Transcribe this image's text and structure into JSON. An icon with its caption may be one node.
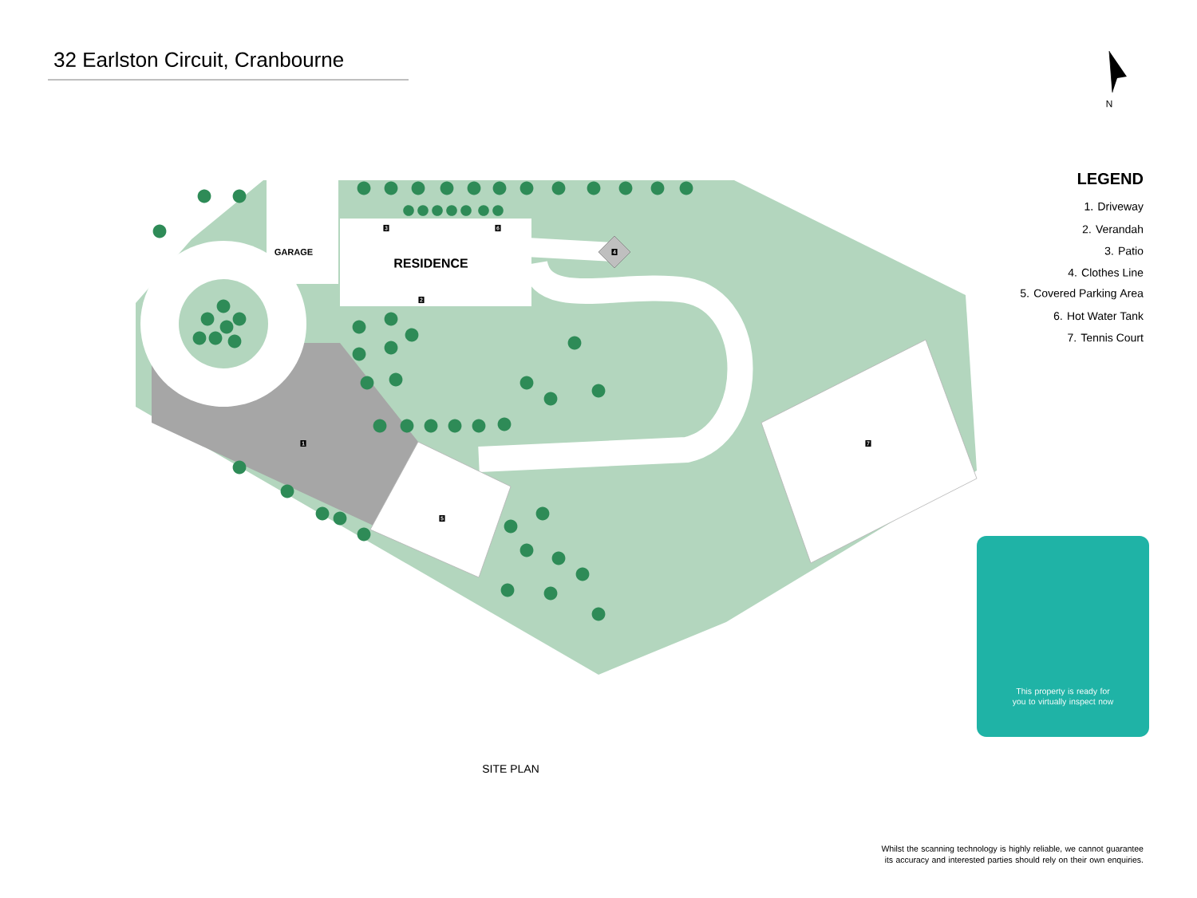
{
  "diagram": {
    "title": "32 Earlston Circuit, Cranbourne",
    "caption": "SITE PLAN",
    "nodes": [
      {
        "text": [
          "GARAGE"
        ]
      },
      {
        "text": [
          "RESIDENCE"
        ]
      }
    ],
    "labels": [
      "N",
      "LEGEND",
      "1. Driveway",
      "2. Verandah",
      "3. Patio",
      "4. Clothes Line",
      "5. Covered Parking Area",
      "6. Hot Water Tank",
      "7. Tennis Court",
      "3",
      "6",
      "4",
      "2",
      "1",
      "7",
      "5",
      "This property is ready for you to virtually inspect now",
      "Whilst the scanning technology is highly reliable, we cannot guarantee its accuracy and interested parties should rely on their own enquiries."
    ]
  }
}
